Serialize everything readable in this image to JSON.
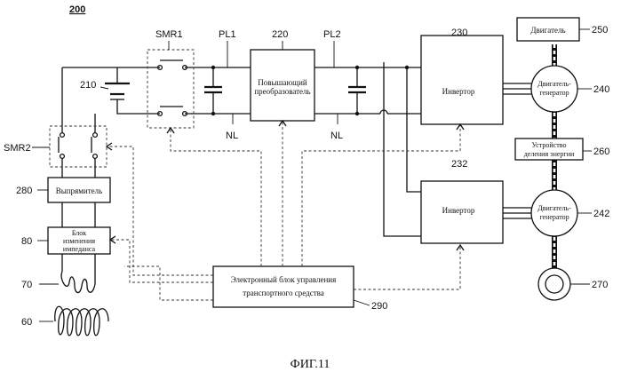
{
  "figure_number": "200",
  "caption": "ФИГ.11",
  "labels": {
    "smr1": "SMR1",
    "smr2": "SMR2",
    "pl1": "PL1",
    "pl2": "PL2",
    "nl_left": "NL",
    "nl_right": "NL"
  },
  "blocks": {
    "boost_converter": {
      "line1": "Повышающий",
      "line2": "преобразователь",
      "ref": "220"
    },
    "inverter_1": {
      "label": "Инвертор",
      "ref": "230"
    },
    "inverter_2": {
      "label": "Инвертор",
      "ref": "232"
    },
    "engine": {
      "label": "Двигатель",
      "ref": "250"
    },
    "motor_generator_1": {
      "line1": "Двигатель-",
      "line2": "генератор",
      "ref": "240"
    },
    "motor_generator_2": {
      "line1": "Двигатель-",
      "line2": "генератор",
      "ref": "242"
    },
    "power_split": {
      "line1": "Устройство",
      "line2": "деления энергии",
      "ref": "260"
    },
    "wheel": {
      "ref": "270"
    },
    "rectifier": {
      "label": "Выпрямитель",
      "ref": "280"
    },
    "impedance_unit": {
      "line1": "Блок",
      "line2": "изменения",
      "line3": "импеданса",
      "ref": "80"
    },
    "ecu": {
      "line1": "Электронный блок управления",
      "line2": "транспортного средства",
      "ref": "290"
    },
    "battery": {
      "ref": "210"
    },
    "receiving_coil": {
      "ref": "70"
    },
    "transmitting_coil": {
      "ref": "60"
    }
  }
}
